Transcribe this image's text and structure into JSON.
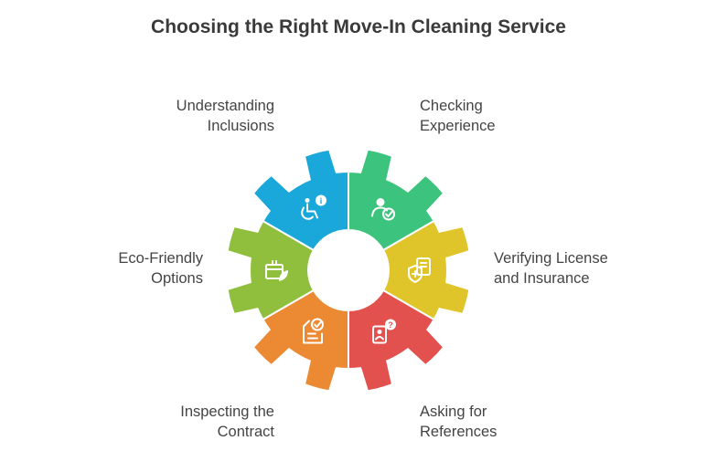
{
  "title": "Choosing the Right Move-In Cleaning Service",
  "segments": [
    {
      "label_lines": [
        "Checking",
        "Experience"
      ],
      "color": "#3cc37d",
      "icon": "person-check-icon"
    },
    {
      "label_lines": [
        "Verifying License",
        "and Insurance"
      ],
      "color": "#e0c52a",
      "icon": "shield-document-icon"
    },
    {
      "label_lines": [
        "Asking for",
        "References"
      ],
      "color": "#e3514f",
      "icon": "person-question-icon"
    },
    {
      "label_lines": [
        "Inspecting the",
        "Contract"
      ],
      "color": "#ec8a33",
      "icon": "contract-check-icon"
    },
    {
      "label_lines": [
        "Eco-Friendly",
        "Options"
      ],
      "color": "#8fbf3c",
      "icon": "eco-box-leaf-icon"
    },
    {
      "label_lines": [
        "Understanding",
        "Inclusions"
      ],
      "color": "#1aa7da",
      "icon": "accessibility-info-icon"
    }
  ]
}
